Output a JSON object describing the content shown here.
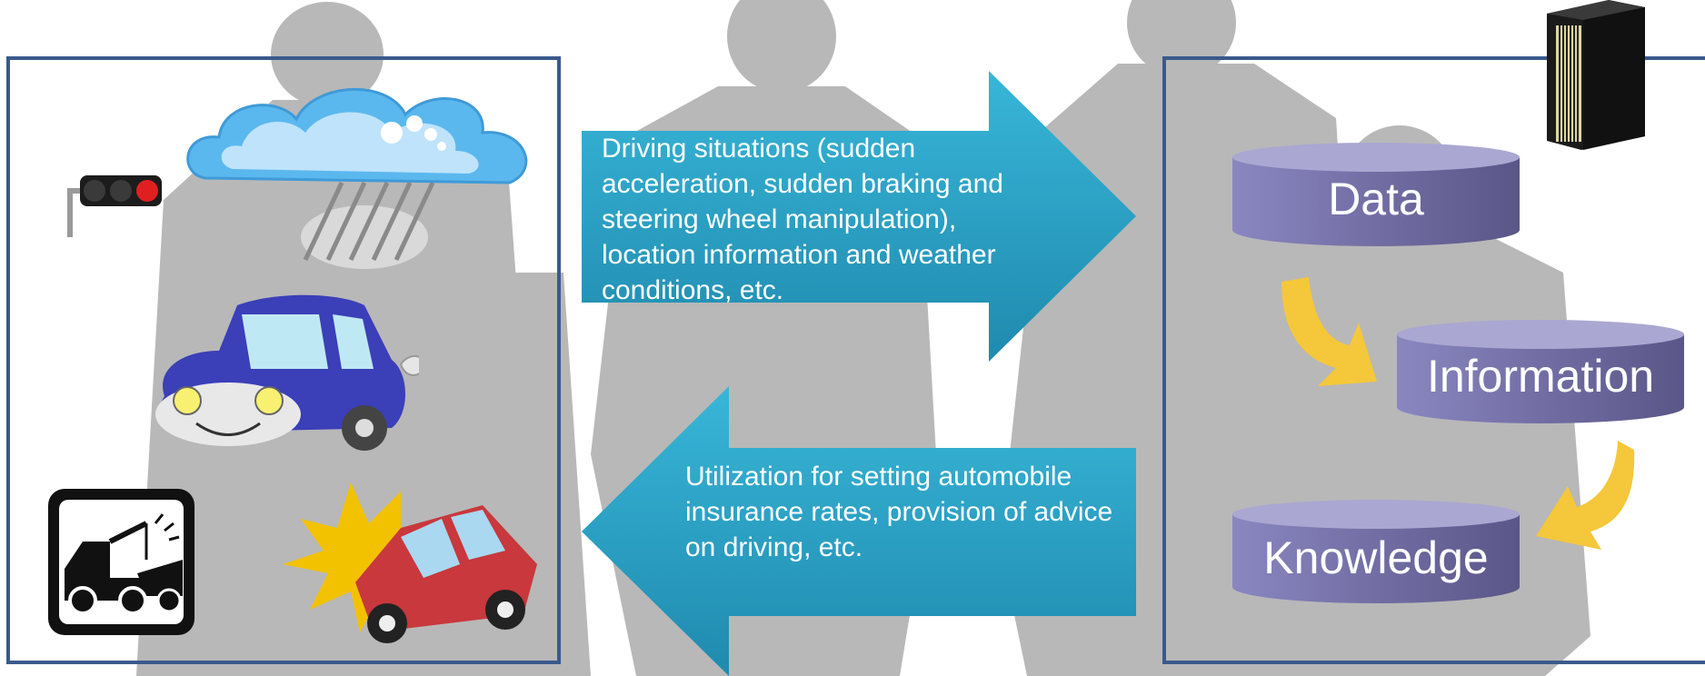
{
  "arrows": {
    "forward_text": "Driving situations (sudden acceleration, sudden braking and steering wheel manipulation), location information and weather conditions, etc.",
    "backward_text": "Utilization for setting automobile insurance rates, provision of advice on driving, etc."
  },
  "hierarchy": {
    "data_label": "Data",
    "information_label": "Information",
    "knowledge_label": "Knowledge"
  },
  "icons": {
    "left": [
      "traffic-light-icon",
      "rain-cloud-icon",
      "car-icon",
      "tow-truck-icon",
      "car-collision-icon"
    ],
    "right": [
      "server-icon",
      "curved-arrow-icon"
    ]
  },
  "colors": {
    "panel_border": "#3a5a8c",
    "arrow": "#2aa3c4",
    "cylinder": "#7d78ab",
    "curved_arrow": "#f5c73a",
    "silhouette": "#b5b5b5"
  }
}
